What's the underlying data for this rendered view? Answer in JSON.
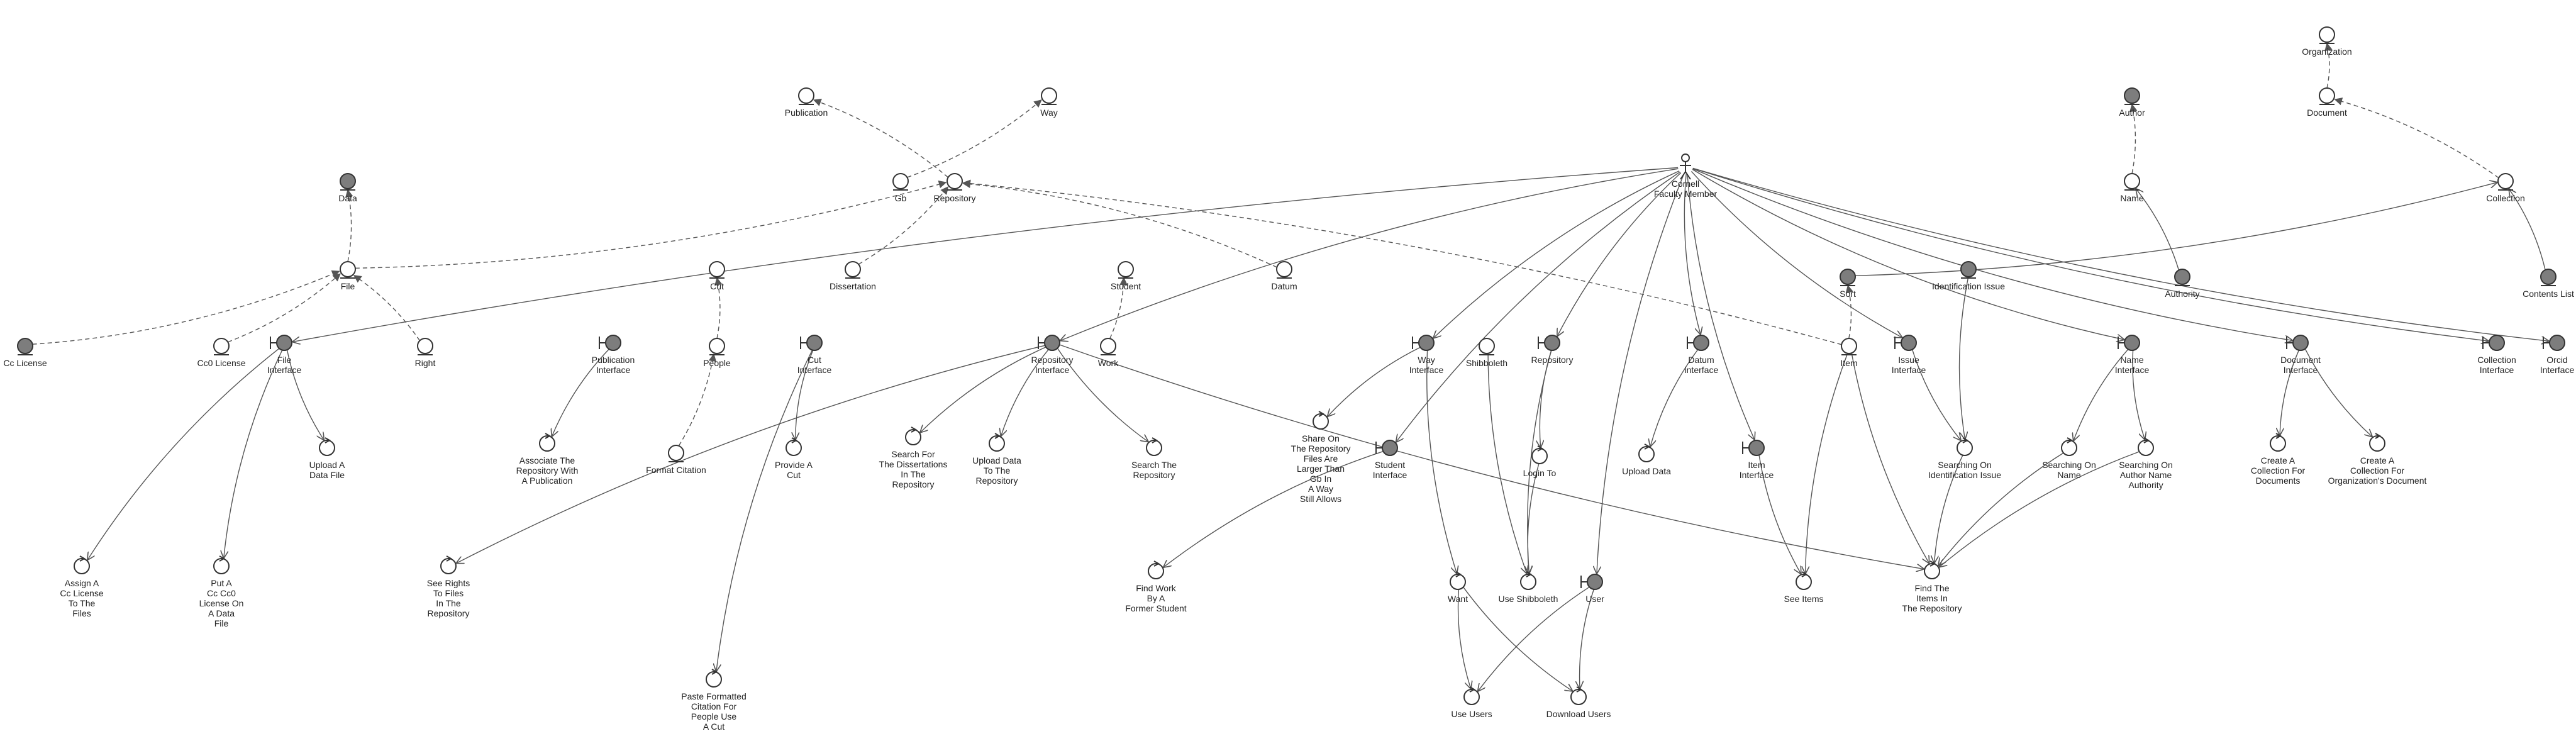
{
  "diagram": {
    "kind": "robustness-diagram",
    "nodes": [
      {
        "id": "organization",
        "type": "entity",
        "label": "Organization"
      },
      {
        "id": "document",
        "type": "entity",
        "label": "Document"
      },
      {
        "id": "author",
        "type": "entity-filled",
        "label": "Author"
      },
      {
        "id": "name",
        "type": "entity",
        "label": "Name"
      },
      {
        "id": "authority",
        "type": "entity-filled",
        "label": "Authority"
      },
      {
        "id": "collection",
        "type": "entity",
        "label": "Collection"
      },
      {
        "id": "contents_list",
        "type": "entity-filled",
        "label": "Contents List"
      },
      {
        "id": "publication",
        "type": "entity",
        "label": "Publication"
      },
      {
        "id": "way",
        "type": "entity",
        "label": "Way"
      },
      {
        "id": "data",
        "type": "entity-filled",
        "label": "Data"
      },
      {
        "id": "gb",
        "type": "entity",
        "label": "Gb"
      },
      {
        "id": "repository",
        "type": "entity",
        "label": "Repository"
      },
      {
        "id": "cornell",
        "type": "actor",
        "label": "Cornell\nFaculty Member"
      },
      {
        "id": "file",
        "type": "entity",
        "label": "File"
      },
      {
        "id": "cut",
        "type": "entity",
        "label": "Cut"
      },
      {
        "id": "dissertation",
        "type": "entity",
        "label": "Dissertation"
      },
      {
        "id": "student",
        "type": "entity",
        "label": "Student"
      },
      {
        "id": "datum",
        "type": "entity",
        "label": "Datum"
      },
      {
        "id": "sort",
        "type": "entity-filled",
        "label": "Sort"
      },
      {
        "id": "identification_issue",
        "type": "entity-filled",
        "label": "Identification Issue"
      },
      {
        "id": "cc_license",
        "type": "entity-filled",
        "label": "Cc License"
      },
      {
        "id": "cc0_license",
        "type": "entity",
        "label": "Cc0 License"
      },
      {
        "id": "file_interface",
        "type": "boundary",
        "label": "File\nInterface"
      },
      {
        "id": "right",
        "type": "entity",
        "label": "Right"
      },
      {
        "id": "publication_interface",
        "type": "boundary",
        "label": "Publication\nInterface"
      },
      {
        "id": "people",
        "type": "entity",
        "label": "People"
      },
      {
        "id": "cut_interface",
        "type": "boundary",
        "label": "Cut\nInterface"
      },
      {
        "id": "repository_interface",
        "type": "boundary",
        "label": "Repository\nInterface"
      },
      {
        "id": "work",
        "type": "entity",
        "label": "Work"
      },
      {
        "id": "way_interface",
        "type": "boundary",
        "label": "Way\nInterface"
      },
      {
        "id": "shibboleth",
        "type": "entity",
        "label": "Shibboleth"
      },
      {
        "id": "repository_b",
        "type": "boundary",
        "label": "Repository"
      },
      {
        "id": "datum_interface",
        "type": "boundary",
        "label": "Datum\nInterface"
      },
      {
        "id": "item",
        "type": "entity",
        "label": "Item"
      },
      {
        "id": "issue_interface",
        "type": "boundary",
        "label": "Issue\nInterface"
      },
      {
        "id": "name_interface",
        "type": "boundary",
        "label": "Name\nInterface"
      },
      {
        "id": "document_interface",
        "type": "boundary",
        "label": "Document\nInterface"
      },
      {
        "id": "collection_interface",
        "type": "boundary",
        "label": "Collection\nInterface"
      },
      {
        "id": "orcid_interface",
        "type": "boundary",
        "label": "Orcid\nInterface"
      },
      {
        "id": "upload_a_data_file",
        "type": "control",
        "label": "Upload A\nData File"
      },
      {
        "id": "associate_publication",
        "type": "control",
        "label": "Associate The\nRepository With\nA Publication"
      },
      {
        "id": "format_citation",
        "type": "entity",
        "label": "Format Citation"
      },
      {
        "id": "provide_a_cut",
        "type": "control",
        "label": "Provide A\nCut"
      },
      {
        "id": "search_dissertations",
        "type": "control",
        "label": "Search For\nThe Dissertations\nIn The\nRepository"
      },
      {
        "id": "upload_data_to_repo",
        "type": "control",
        "label": "Upload Data\nTo The\nRepository"
      },
      {
        "id": "search_the_repository",
        "type": "control",
        "label": "Search The\nRepository"
      },
      {
        "id": "share_on_repository",
        "type": "control",
        "label": "Share On\nThe Repository\nFiles Are\nLarger Than\nGb In\nA Way\nStill Allows"
      },
      {
        "id": "student_interface",
        "type": "boundary",
        "label": "Student\nInterface"
      },
      {
        "id": "login_to",
        "type": "control",
        "label": "Login To"
      },
      {
        "id": "upload_data",
        "type": "control",
        "label": "Upload Data"
      },
      {
        "id": "item_interface",
        "type": "boundary",
        "label": "Item\nInterface"
      },
      {
        "id": "searching_identification",
        "type": "control",
        "label": "Searching On\nIdentification Issue"
      },
      {
        "id": "searching_on_name",
        "type": "control",
        "label": "Searching On\nName"
      },
      {
        "id": "searching_author_name",
        "type": "control",
        "label": "Searching On\nAuthor Name\nAuthority"
      },
      {
        "id": "create_collection_documents",
        "type": "control",
        "label": "Create A\nCollection For\nDocuments"
      },
      {
        "id": "create_collection_org",
        "type": "control",
        "label": "Create A\nCollection For\nOrganization's Document"
      },
      {
        "id": "assign_cc_license",
        "type": "control",
        "label": "Assign A\nCc License\nTo The\nFiles"
      },
      {
        "id": "put_cc0",
        "type": "control",
        "label": "Put A\nCc Cc0\nLicense On\nA Data\nFile"
      },
      {
        "id": "see_rights",
        "type": "control",
        "label": "See Rights\nTo Files\nIn The\nRepository"
      },
      {
        "id": "paste_citation",
        "type": "control",
        "label": "Paste Formatted\nCitation For\nPeople Use\nA Cut"
      },
      {
        "id": "find_work",
        "type": "control",
        "label": "Find Work\nBy A\nFormer Student"
      },
      {
        "id": "want",
        "type": "control",
        "label": "Want"
      },
      {
        "id": "use_shibboleth",
        "type": "control",
        "label": "Use Shibboleth"
      },
      {
        "id": "user",
        "type": "boundary",
        "label": "User"
      },
      {
        "id": "see_items",
        "type": "control",
        "label": "See Items"
      },
      {
        "id": "find_items",
        "type": "control",
        "label": "Find The\nItems In\nThe Repository"
      },
      {
        "id": "use_users",
        "type": "control",
        "label": "Use Users"
      },
      {
        "id": "download_users",
        "type": "control",
        "label": "Download Users"
      }
    ],
    "edges": [
      {
        "from": "document",
        "to": "organization",
        "style": "dashed"
      },
      {
        "from": "name",
        "to": "author",
        "style": "dashed"
      },
      {
        "from": "collection",
        "to": "document",
        "style": "dashed"
      },
      {
        "from": "authority",
        "to": "name",
        "style": "solid"
      },
      {
        "from": "contents_list",
        "to": "collection",
        "style": "solid"
      },
      {
        "from": "repository",
        "to": "publication",
        "style": "dashed"
      },
      {
        "from": "gb",
        "to": "way",
        "style": "dashed"
      },
      {
        "from": "file",
        "to": "data",
        "style": "dashed"
      },
      {
        "from": "file",
        "to": "repository",
        "style": "dashed"
      },
      {
        "from": "cc_license",
        "to": "file",
        "style": "dashed"
      },
      {
        "from": "cc0_license",
        "to": "file",
        "style": "dashed"
      },
      {
        "from": "right",
        "to": "file",
        "style": "dashed"
      },
      {
        "from": "people",
        "to": "cut",
        "style": "dashed"
      },
      {
        "from": "format_citation",
        "to": "people",
        "style": "dashed"
      },
      {
        "from": "work",
        "to": "student",
        "style": "dashed"
      },
      {
        "from": "dissertation",
        "to": "repository",
        "style": "dashed"
      },
      {
        "from": "datum",
        "to": "repository",
        "style": "dashed"
      },
      {
        "from": "item",
        "to": "repository",
        "style": "dashed"
      },
      {
        "from": "item",
        "to": "sort",
        "style": "dashed"
      },
      {
        "from": "sort",
        "to": "collection",
        "style": "solid"
      },
      {
        "from": "cornell",
        "to": "way_interface",
        "style": "solid"
      },
      {
        "from": "cornell",
        "to": "repository_b",
        "style": "solid"
      },
      {
        "from": "cornell",
        "to": "datum_interface",
        "style": "solid"
      },
      {
        "from": "cornell",
        "to": "item_interface",
        "style": "solid"
      },
      {
        "from": "cornell",
        "to": "issue_interface",
        "style": "solid"
      },
      {
        "from": "cornell",
        "to": "name_interface",
        "style": "solid"
      },
      {
        "from": "cornell",
        "to": "document_interface",
        "style": "solid"
      },
      {
        "from": "cornell",
        "to": "collection_interface",
        "style": "solid"
      },
      {
        "from": "cornell",
        "to": "orcid_interface",
        "style": "solid"
      },
      {
        "from": "cornell",
        "to": "repository_interface",
        "style": "solid"
      },
      {
        "from": "cornell",
        "to": "student_interface",
        "style": "solid"
      },
      {
        "from": "cornell",
        "to": "user",
        "style": "solid"
      },
      {
        "from": "cornell",
        "to": "file_interface",
        "style": "solid"
      },
      {
        "from": "file_interface",
        "to": "upload_a_data_file",
        "style": "solid"
      },
      {
        "from": "file_interface",
        "to": "put_cc0",
        "style": "solid"
      },
      {
        "from": "file_interface",
        "to": "assign_cc_license",
        "style": "solid"
      },
      {
        "from": "publication_interface",
        "to": "associate_publication",
        "style": "solid"
      },
      {
        "from": "cut_interface",
        "to": "provide_a_cut",
        "style": "solid"
      },
      {
        "from": "cut_interface",
        "to": "paste_citation",
        "style": "solid"
      },
      {
        "from": "repository_interface",
        "to": "search_dissertations",
        "style": "solid"
      },
      {
        "from": "repository_interface",
        "to": "upload_data_to_repo",
        "style": "solid"
      },
      {
        "from": "repository_interface",
        "to": "search_the_repository",
        "style": "solid"
      },
      {
        "from": "repository_interface",
        "to": "find_items",
        "style": "solid"
      },
      {
        "from": "repository_interface",
        "to": "see_rights",
        "style": "solid"
      },
      {
        "from": "way_interface",
        "to": "share_on_repository",
        "style": "solid"
      },
      {
        "from": "way_interface",
        "to": "want",
        "style": "solid"
      },
      {
        "from": "student_interface",
        "to": "find_work",
        "style": "solid"
      },
      {
        "from": "repository_b",
        "to": "login_to",
        "style": "solid"
      },
      {
        "from": "repository_b",
        "to": "use_shibboleth",
        "style": "solid"
      },
      {
        "from": "login_to",
        "to": "use_shibboleth",
        "style": "solid"
      },
      {
        "from": "shibboleth",
        "to": "use_shibboleth",
        "style": "solid"
      },
      {
        "from": "datum_interface",
        "to": "upload_data",
        "style": "solid"
      },
      {
        "from": "item_interface",
        "to": "see_items",
        "style": "solid"
      },
      {
        "from": "issue_interface",
        "to": "searching_identification",
        "style": "solid"
      },
      {
        "from": "identification_issue",
        "to": "searching_identification",
        "style": "solid"
      },
      {
        "from": "searching_identification",
        "to": "find_items",
        "style": "solid"
      },
      {
        "from": "name_interface",
        "to": "searching_on_name",
        "style": "solid"
      },
      {
        "from": "name_interface",
        "to": "searching_author_name",
        "style": "solid"
      },
      {
        "from": "searching_on_name",
        "to": "find_items",
        "style": "solid"
      },
      {
        "from": "searching_author_name",
        "to": "find_items",
        "style": "solid"
      },
      {
        "from": "document_interface",
        "to": "create_collection_documents",
        "style": "solid"
      },
      {
        "from": "document_interface",
        "to": "create_collection_org",
        "style": "solid"
      },
      {
        "from": "user",
        "to": "use_users",
        "style": "solid"
      },
      {
        "from": "user",
        "to": "download_users",
        "style": "solid"
      },
      {
        "from": "want",
        "to": "use_users",
        "style": "solid"
      },
      {
        "from": "want",
        "to": "download_users",
        "style": "solid"
      },
      {
        "from": "item",
        "to": "see_items",
        "style": "solid"
      },
      {
        "from": "item",
        "to": "find_items",
        "style": "solid"
      }
    ]
  }
}
